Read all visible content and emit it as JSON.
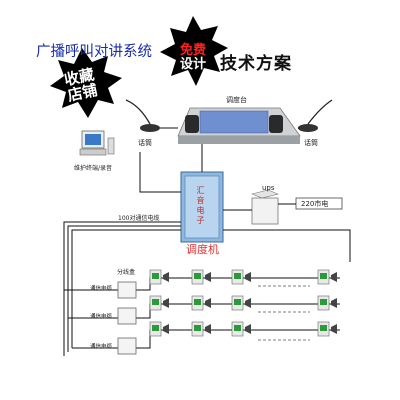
{
  "title": "广播呼叫对讲系统",
  "badge_free": [
    "免费",
    "设计"
  ],
  "subtitle": "技术方案",
  "badge_shop": [
    "收藏",
    "店铺"
  ],
  "console_label": "调度台",
  "mic_left_label": "话筒",
  "mic_right_label": "话筒",
  "pc_label": "维护终端/录音",
  "cabinet_text": "汇音电子",
  "ups_label": "ups",
  "mains_label": "220市电",
  "cable_100_label": "100对通信电缆",
  "dispatcher_label": "调度机",
  "splitter_label": "分线盒",
  "cable_label_1": "通信电缆",
  "cable_label_2": "通信电缆",
  "cable_label_3": "通信电缆",
  "colors": {
    "title": "#1a2ea8",
    "dispatcher": "#e03030",
    "line": "#111111",
    "terminal_green": "#2a9a3a"
  }
}
